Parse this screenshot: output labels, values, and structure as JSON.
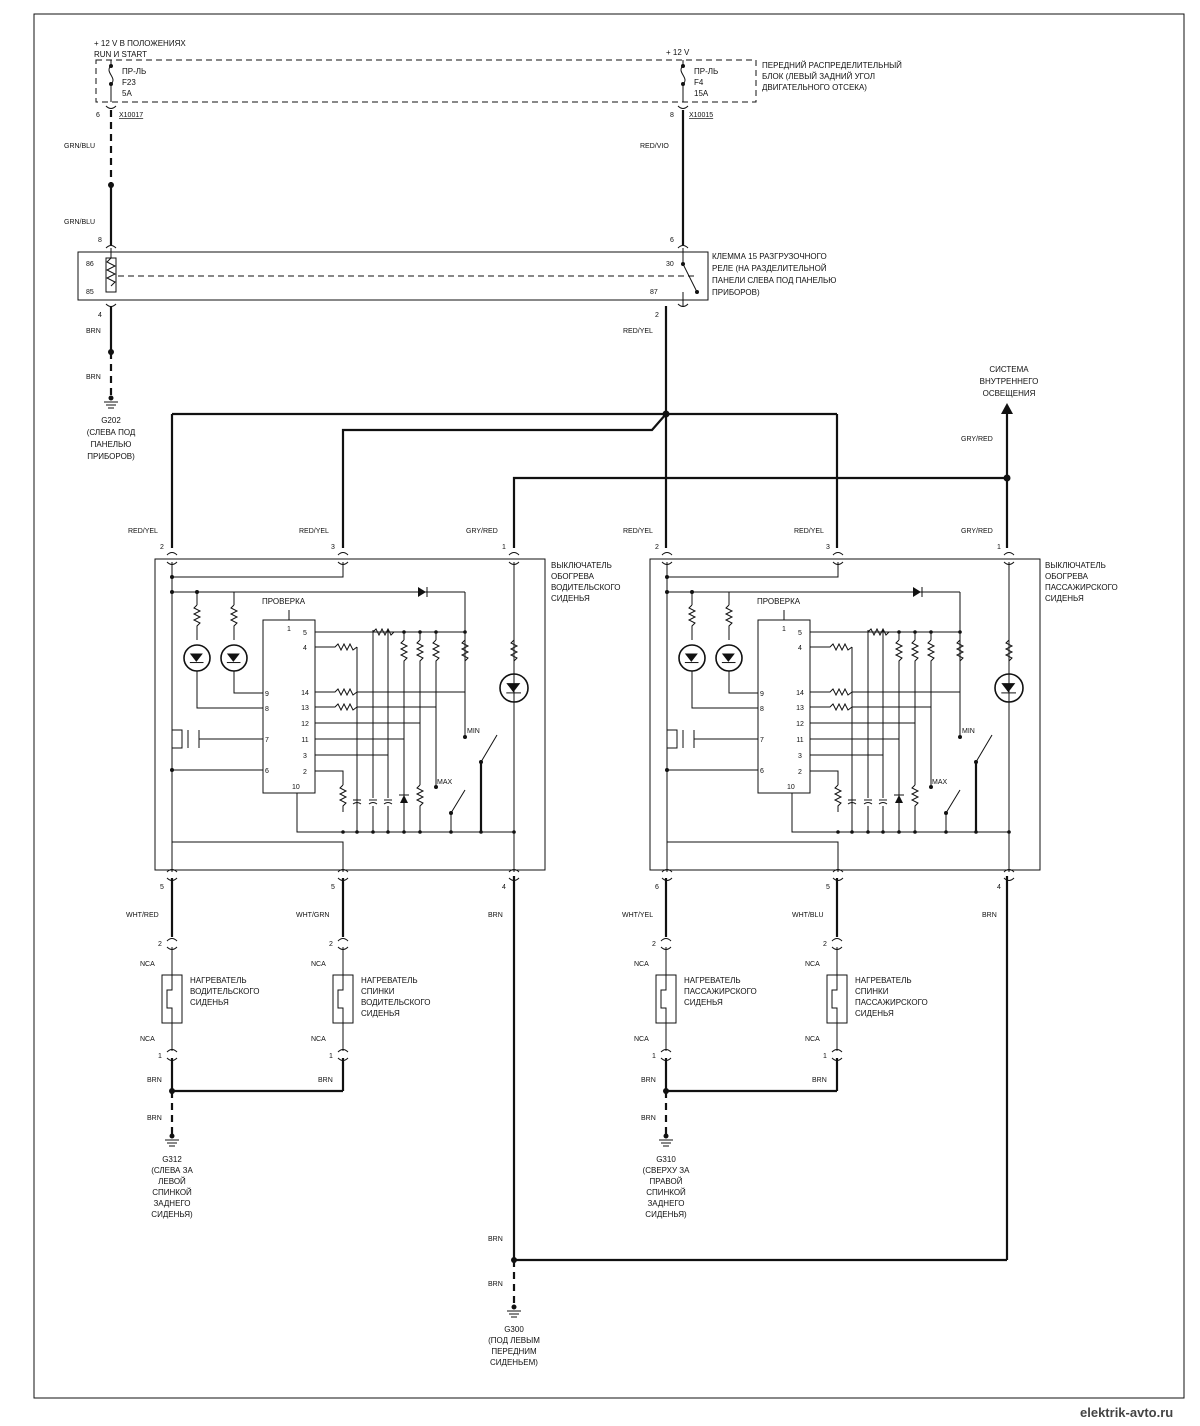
{
  "power": {
    "left_source_line1": "+ 12 V  В ПОЛОЖЕНИЯХ",
    "left_source_line2": "RUN И START",
    "right_source": "+ 12 V",
    "fuse_f23": [
      "ПР-ЛЬ",
      "F23",
      "5A"
    ],
    "fuse_f4": [
      "ПР-ЛЬ",
      "F4",
      "15A"
    ],
    "fuse_box_label": [
      "ПЕРЕДНИЙ РАСПРЕДЕЛИТЕЛЬНЫЙ",
      "БЛОК (ЛЕВЫЙ ЗАДНИЙ УГОЛ",
      "ДВИГАТЕЛЬНОГО ОТСЕКА)"
    ],
    "conn_left": "X10017",
    "conn_right": "X10015",
    "pin_left": "6",
    "pin_right": "8"
  },
  "relay": {
    "label": [
      "КЛЕММА 15 РАЗГРУЗОЧНОГО",
      "РЕЛЕ   (НА РАЗДЕЛИТЕЛЬНОЙ",
      "ПАНЕЛИ СЛЕВА ПОД ПАНЕЛЬЮ",
      "ПРИБОРОВ)"
    ],
    "pin_top_left": "8",
    "pin_top_right": "6",
    "pin_bot_left": "4",
    "pin_bot_right": "2",
    "term_86": "86",
    "term_85": "85",
    "term_30": "30",
    "term_87": "87"
  },
  "wires": {
    "grn_blu": "GRN/BLU",
    "red_vio": "RED/VIO",
    "brn": "BRN",
    "red_yel": "RED/YEL",
    "gry_red": "GRY/RED",
    "wht_red": "WHT/RED",
    "wht_grn": "WHT/GRN",
    "wht_yel": "WHT/YEL",
    "wht_blu": "WHT/BLU",
    "nca": "NCA"
  },
  "grounds": {
    "g202": [
      "G202",
      "(СЛЕВА ПОД",
      "ПАНЕЛЬЮ",
      "ПРИБОРОВ)"
    ],
    "g312": [
      "G312",
      "(СЛЕВА ЗА",
      "ЛЕВОЙ",
      "СПИНКОЙ",
      "ЗАДНЕГО",
      "СИДЕНЬЯ)"
    ],
    "g310": [
      "G310",
      "(СВЕРХУ ЗА",
      "ПРАВОЙ",
      "СПИНКОЙ",
      "ЗАДНЕГО",
      "СИДЕНЬЯ)"
    ],
    "g300": [
      "G300",
      "(ПОД ЛЕВЫМ",
      "ПЕРЕДНИМ",
      "СИДЕНЬЕМ)"
    ]
  },
  "interior_light": [
    "СИСТЕМА",
    "ВНУТРЕННЕГО",
    "ОСВЕЩЕНИЯ"
  ],
  "switch_driver": [
    "ВЫКЛЮЧАТЕЛЬ",
    "ОБОГРЕВА",
    "ВОДИТЕЛЬСКОГО",
    "СИДЕНЬЯ"
  ],
  "switch_pass": [
    "ВЫКЛЮЧАТЕЛЬ",
    "ОБОГРЕВА",
    "ПАССАЖИРСКОГО",
    "СИДЕНЬЯ"
  ],
  "switch_common": {
    "check": "ПРОВЕРКА",
    "min": "MIN",
    "max": "MAX",
    "ic_pins_left": [
      "9",
      "8",
      "7",
      "6"
    ],
    "ic_pins_right": [
      "5",
      "4",
      "14",
      "13",
      "12",
      "11",
      "3",
      "2"
    ],
    "ic_pin_top": "1",
    "ic_pin_bot": "10",
    "pin_top": [
      "2",
      "3",
      "1"
    ],
    "pin_bot_driver": [
      "5",
      "5",
      "4"
    ],
    "pin_bot_pass": [
      "6",
      "5",
      "4"
    ]
  },
  "heaters": {
    "driver_seat": [
      "НАГРЕВАТЕЛЬ",
      "ВОДИТЕЛЬСКОГО",
      "СИДЕНЬЯ"
    ],
    "driver_back": [
      "НАГРЕВАТЕЛЬ",
      "СПИНКИ",
      "ВОДИТЕЛЬСКОГО",
      "СИДЕНЬЯ"
    ],
    "pass_seat": [
      "НАГРЕВАТЕЛЬ",
      "ПАССАЖИРСКОГО",
      "СИДЕНЬЯ"
    ],
    "pass_back": [
      "НАГРЕВАТЕЛЬ",
      "СПИНКИ",
      "ПАССАЖИРСКОГО",
      "СИДЕНЬЯ"
    ],
    "pin_top": "2",
    "pin_bot": "1"
  },
  "watermark": "elektrik-avto.ru"
}
